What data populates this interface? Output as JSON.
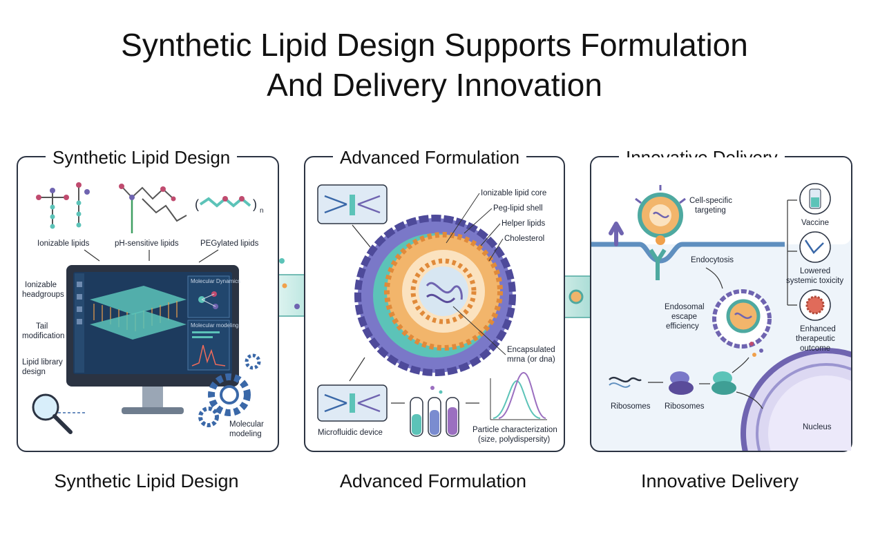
{
  "title": {
    "line1": "Synthetic Lipid Design Supports Formulation",
    "line2": "And Delivery Innovation"
  },
  "panels": {
    "design": {
      "heading": "Synthetic Lipid Design",
      "caption": "Synthetic Lipid Design",
      "molecules": [
        "Ionizable lipids",
        "pH-sensitive lipids",
        "PEGylated lipids"
      ],
      "polymer_subscript": "n",
      "side_labels": [
        [
          "Ionizable",
          "headgroups"
        ],
        [
          "Tail",
          "modification"
        ],
        [
          "Lipid library",
          "design"
        ]
      ],
      "screen_panels": [
        "Molecular Dynamics",
        "Molecular modeling"
      ],
      "tool_label": [
        "Molecular",
        "modeling"
      ]
    },
    "formulation": {
      "heading": "Advanced Formulation",
      "caption": "Advanced Formulation",
      "nanoparticle_labels": [
        "Ionizable lipid core",
        "Peg-lipid shell",
        "Helper lipids",
        "Cholesterol"
      ],
      "cargo_label": [
        "Encapsulated",
        "mrna (or dna)"
      ],
      "device_label": "Microfluidic device",
      "characterization_label": [
        "Particle characterization",
        "(size, polydispersity)"
      ]
    },
    "delivery": {
      "heading": "Innovative Delivery",
      "caption": "Innovative Delivery",
      "targeting_label": [
        "Cell-specific",
        "targeting"
      ],
      "endocytosis_label": "Endocytosis",
      "escape_label": [
        "Endosomal",
        "escape",
        "efficiency"
      ],
      "ribosome_labels": [
        "Ribosomes",
        "Ribosomes"
      ],
      "nucleus_label": "Nucleus",
      "outcomes": [
        [
          "Vaccine"
        ],
        [
          "Lowered",
          "systemic toxicity"
        ],
        [
          "Enhanced",
          "therapeutic",
          "outcome"
        ]
      ]
    }
  },
  "colors": {
    "teal": "#5cc3b8",
    "orange": "#f0a04b",
    "purple": "#6f64b0",
    "blue_dark": "#2b3342",
    "screen": "#1d3b5e"
  }
}
